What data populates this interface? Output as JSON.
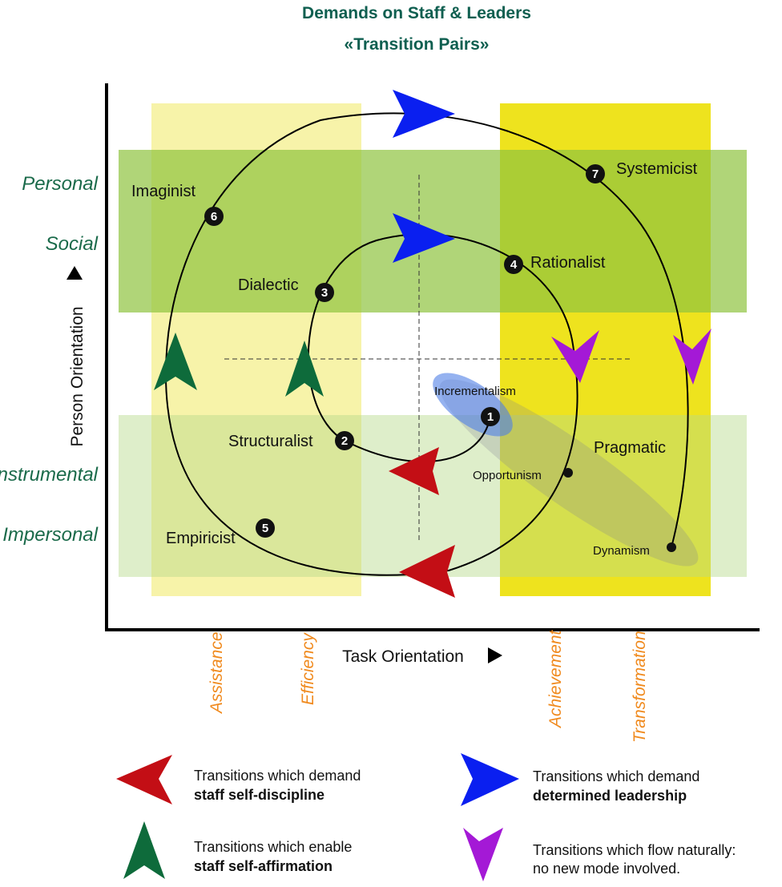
{
  "title": {
    "line1": "Demands on Staff & Leaders",
    "line2": "«Transition Pairs»"
  },
  "person_axis": {
    "label": "Person Orientation",
    "categories": [
      "Personal",
      "Social",
      "Instrumental",
      "Impersonal"
    ]
  },
  "task_axis": {
    "label": "Task Orientation",
    "categories": [
      "Assistance",
      "Efficiency",
      "Achievement",
      "Transformation"
    ]
  },
  "bands": {
    "green": "#7fbf3f",
    "yellow_light": "#f3ef8a",
    "yellow_strong": "#eee31e"
  },
  "nodes": [
    {
      "num": "1",
      "label": "Incrementalism"
    },
    {
      "num": "2",
      "label": "Structuralist"
    },
    {
      "num": "3",
      "label": "Dialectic"
    },
    {
      "num": "4",
      "label": "Rationalist"
    },
    {
      "num": "5",
      "label": "Empiricist"
    },
    {
      "num": "6",
      "label": "Imaginist"
    },
    {
      "num": "7",
      "label": "Systemicist"
    }
  ],
  "points": [
    {
      "label": "Opportunism"
    },
    {
      "label": "Dynamism"
    }
  ],
  "regions": {
    "pragmatic": "Pragmatic"
  },
  "colors": {
    "red_arrow": "#c30e15",
    "blue_arrow": "#0a1ff0",
    "green_arrow": "#0e6b3b",
    "purple_arrow": "#a419d6"
  },
  "legend": [
    {
      "color_key": "red",
      "line1": "Transitions which demand",
      "line2": "staff self-discipline"
    },
    {
      "color_key": "blue",
      "line1": "Transitions which demand",
      "line2": "determined leadership"
    },
    {
      "color_key": "green",
      "line1": "Transitions which enable",
      "line2": "staff self-affirmation"
    },
    {
      "color_key": "purple",
      "line1": "Transitions which flow naturally:",
      "line2": "no new mode involved."
    }
  ]
}
